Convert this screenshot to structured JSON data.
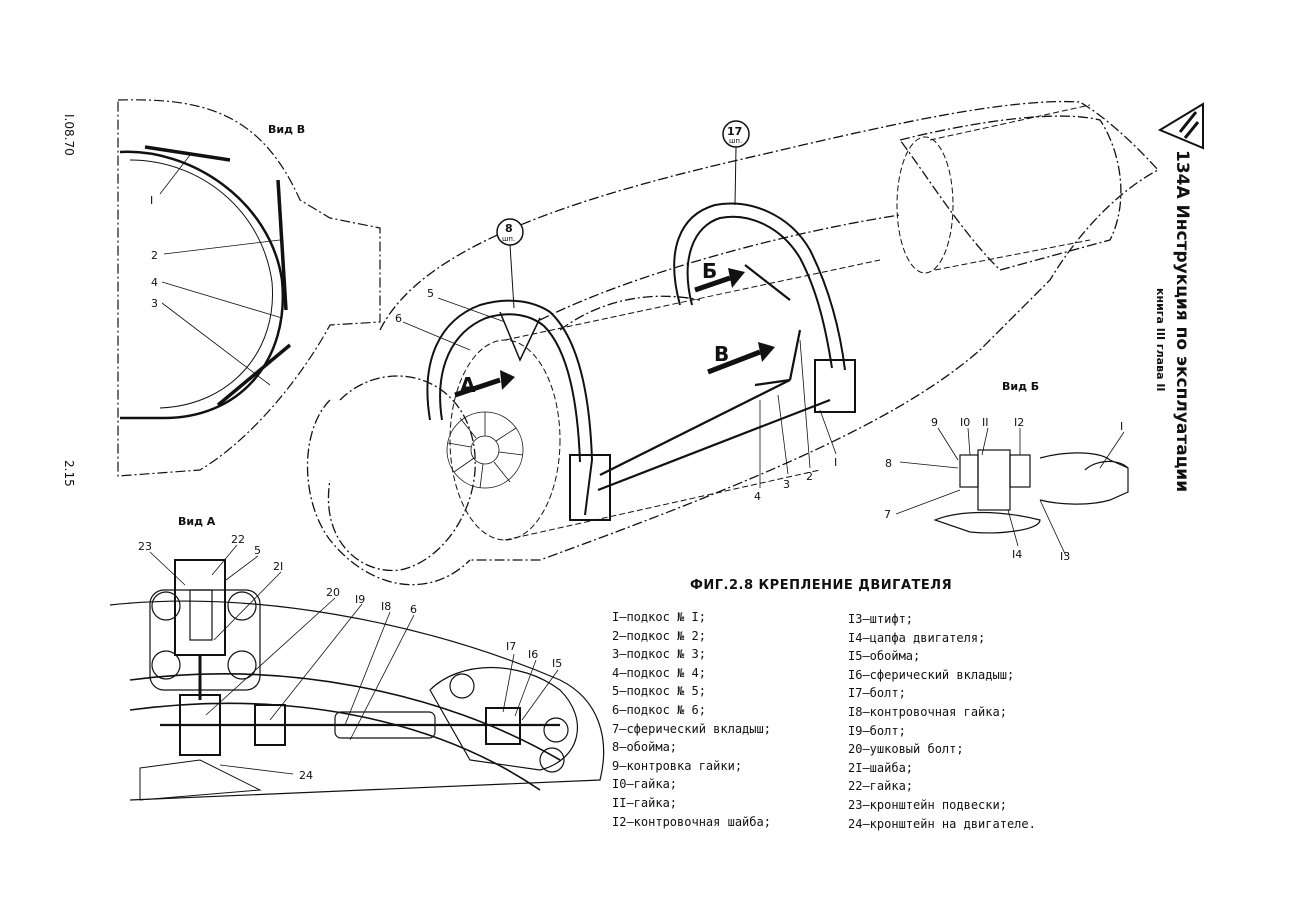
{
  "document": {
    "header_code": "I.08.70",
    "page_number": "2.15",
    "title": "134А Инструкция по эксплуатации",
    "subtitle": "книга III глава II",
    "figure_caption": "ФИГ.2.8  КРЕПЛЕНИЕ  ДВИГАТЕЛЯ"
  },
  "views": {
    "view_v": "Вид В",
    "view_b": "Вид Б",
    "view_a": "Вид А"
  },
  "arrows": {
    "a": "А",
    "b": "Б",
    "v": "В"
  },
  "circles": {
    "c8": {
      "num": "8",
      "unit": "шп."
    },
    "c17": {
      "num": "17",
      "unit": "шп."
    }
  },
  "callouts": {
    "main": [
      "5",
      "6",
      "4",
      "3",
      "2",
      "I"
    ],
    "view_v": [
      "I",
      "2",
      "4",
      "3"
    ],
    "view_b": [
      "9",
      "I0",
      "II",
      "I2",
      "I",
      "8",
      "7",
      "I4",
      "I3"
    ],
    "view_a": [
      "23",
      "22",
      "5",
      "2I",
      "20",
      "I9",
      "I8",
      "6",
      "I7",
      "I6",
      "I5",
      "24"
    ]
  },
  "legend_left": [
    "I–подкос № I;",
    "2–подкос № 2;",
    "3–подкос № 3;",
    "4–подкос № 4;",
    "5–подкос № 5;",
    "6–подкос № 6;",
    "7–сферический вкладыш;",
    "8–обойма;",
    "9–контровка гайки;",
    "I0–гайка;",
    "II–гайка;",
    "I2–контровочная шайба;"
  ],
  "legend_right": [
    "I3–штифт;",
    "I4–цапфа двигателя;",
    "I5–обойма;",
    "I6–сферический вкладыш;",
    "I7–болт;",
    "I8–контровочная гайка;",
    "I9–болт;",
    "20–ушковый болт;",
    "2I–шайба;",
    "22–гайка;",
    "23–кронштейн подвески;",
    "24–кронштейн на двигателе."
  ]
}
